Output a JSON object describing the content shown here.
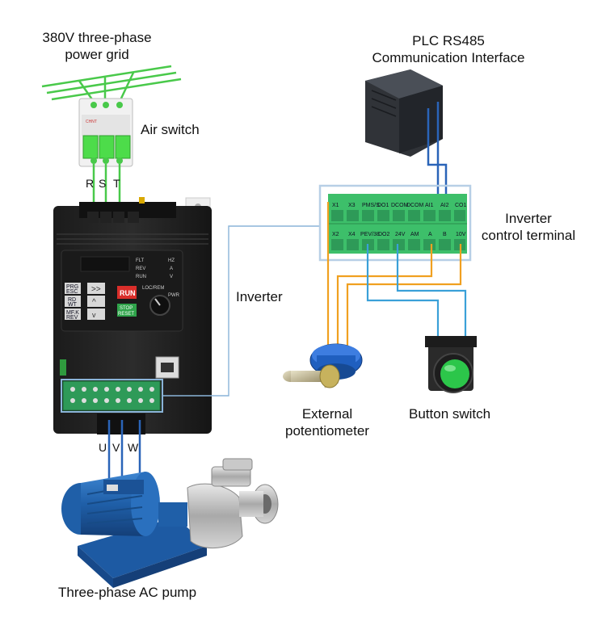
{
  "labels": {
    "power_grid_line1": "380V three-phase",
    "power_grid_line2": "power grid",
    "air_switch": "Air switch",
    "plc_line1": "PLC RS485",
    "plc_line2": "Communication Interface",
    "terminal_line1": "Inverter",
    "terminal_line2": "control terminal",
    "inverter": "Inverter",
    "potentiometer_line1": "External",
    "potentiometer_line2": "potentiometer",
    "button_switch": "Button switch",
    "pump": "Three-phase AC pump"
  },
  "input_phases": [
    "R",
    "S",
    "T"
  ],
  "output_phases": [
    "U",
    "V",
    "W"
  ],
  "terminal_block": {
    "top_row": [
      "X1",
      "X3",
      "PMS/S",
      "DO1",
      "DCOM",
      "DCOM",
      "AI1",
      "AI2",
      "CO1"
    ],
    "bottom_row": [
      "X2",
      "X4",
      "PEV/38",
      "DO2",
      "24V",
      "AM",
      "A",
      "B",
      "10V"
    ]
  },
  "keypad": {
    "indicators": [
      "FLT",
      "REV",
      "RUN"
    ],
    "units": [
      "HZ",
      "A",
      "V"
    ],
    "buttons": [
      "PRG/ESC",
      "RD/WT",
      "MF.K/REV",
      "RUN",
      "STOP/RESET",
      "LOC/REM"
    ]
  },
  "colors": {
    "wire_blue": "#2a64b8",
    "wire_orange": "#f0a020",
    "wire_lightblue": "#3aa0d8",
    "breaker_green": "#4ddc4a",
    "terminal_green": "#3dbf6a",
    "pump_blue": "#1f5fa8",
    "frame_blue": "#8ab4d8"
  }
}
